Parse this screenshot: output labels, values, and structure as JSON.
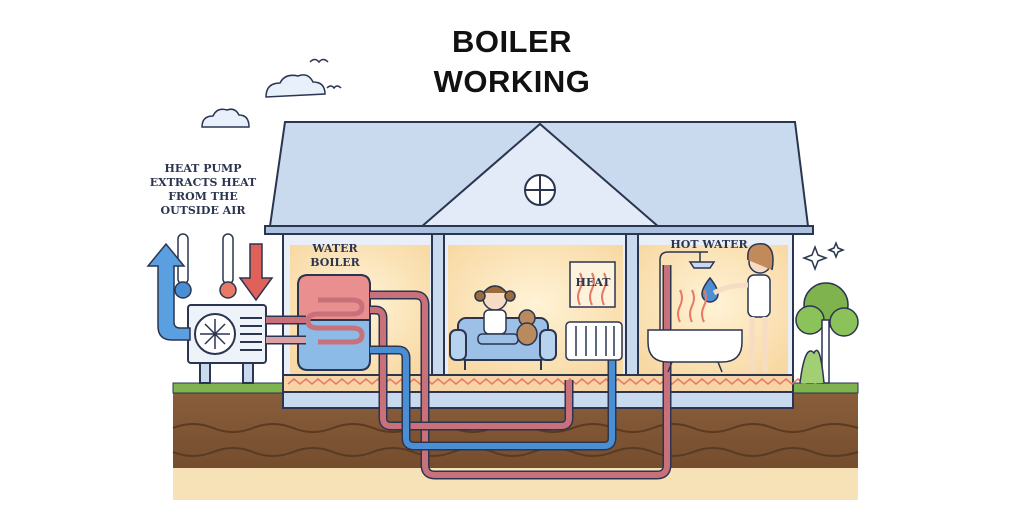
{
  "title": {
    "line1": "BOILER",
    "line2": "WORKING"
  },
  "labels": {
    "heat_pump": [
      "HEAT PUMP",
      "EXTRACTS HEAT",
      "FROM THE",
      "OUTSIDE AIR"
    ],
    "water_boiler": [
      "WATER",
      "BOILER"
    ],
    "heat": "HEAT",
    "hot_water": "HOT WATER"
  },
  "colors": {
    "roof": "#c9d9ee",
    "wall": "#e9eff8",
    "interior_glow": "#fde6b8",
    "floor_heat_line": "#e77a66",
    "hot_pipe": "#c9717a",
    "cold_pipe": "#4a8fd3",
    "soil": "#7a5436",
    "grass": "#7fb34d",
    "outline": "#2b3550"
  }
}
